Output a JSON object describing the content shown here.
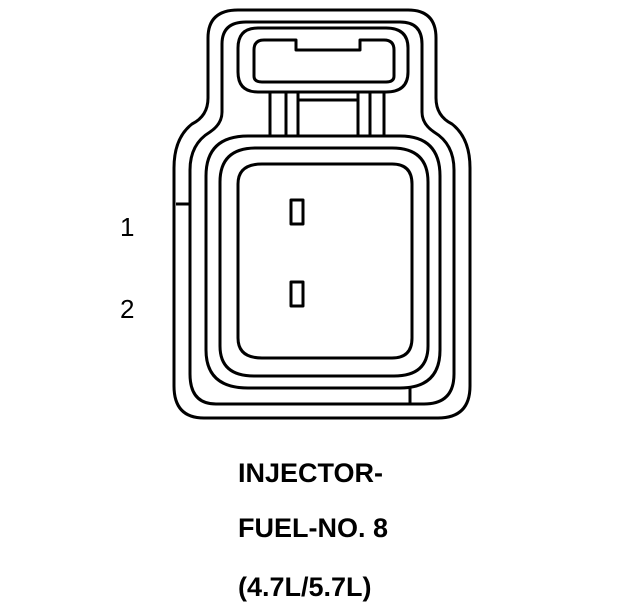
{
  "connector": {
    "pins": [
      {
        "number": "1"
      },
      {
        "number": "2"
      }
    ],
    "title_line1": "INJECTOR-",
    "title_line2": "FUEL-NO. 8",
    "title_line3": "(4.7L/5.7L)"
  },
  "colors": {
    "line": "#000000",
    "background": "#ffffff"
  }
}
